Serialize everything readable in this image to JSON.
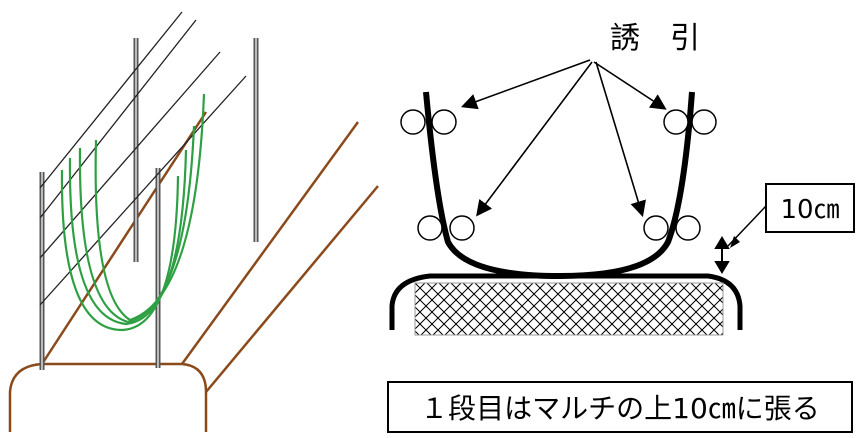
{
  "labels": {
    "guide": "誘　引",
    "height": "10㎝",
    "caption": "１段目はマルチの上10㎝に張る"
  },
  "colors": {
    "vine": "#2ea043",
    "soil": "#8b4a1c",
    "pole": "#555555",
    "line": "#000000"
  }
}
